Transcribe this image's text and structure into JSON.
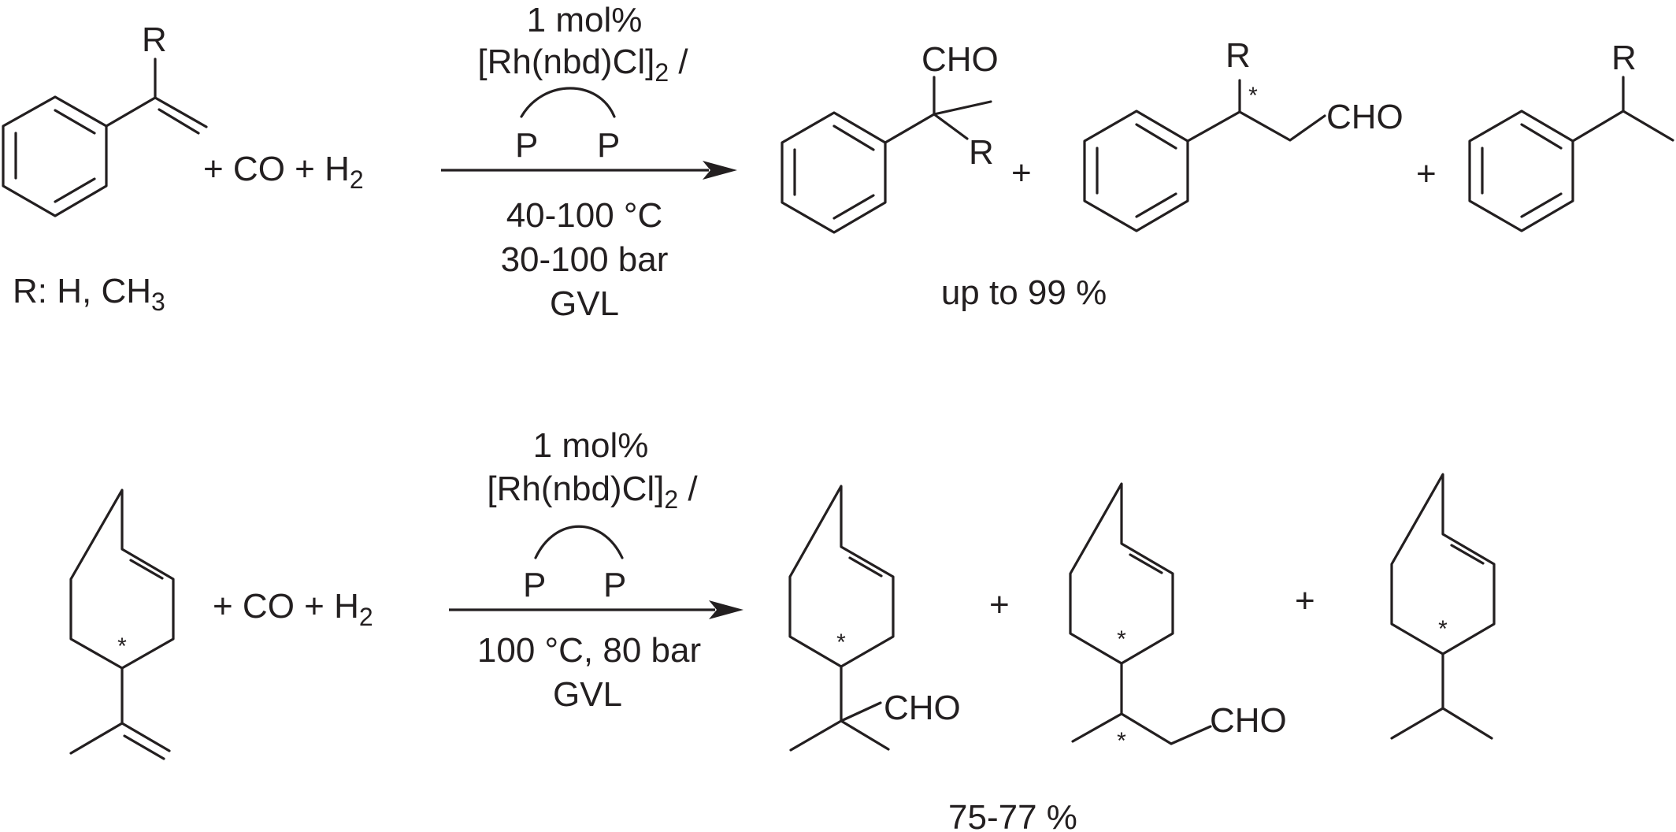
{
  "reaction1": {
    "substituent": "R",
    "substituent_def": "R: H, CH",
    "substituent_def_sub": "3",
    "reagents": "+ CO + H",
    "reagents_sub": "2",
    "cat_loading": "1 mol%",
    "cat_main": "[Rh(nbd)Cl]",
    "cat_sub": "2",
    "cat_tail": " /",
    "ligand_p1": "P",
    "ligand_p2": "P",
    "temperature": "40-100 °C",
    "pressure": "30-100 bar",
    "solvent": "GVL",
    "aldehyde": "CHO",
    "plus": "+",
    "stereo": "*",
    "yield": "up to 99 %"
  },
  "reaction2": {
    "reagents": "+ CO + H",
    "reagents_sub": "2",
    "cat_loading": "1 mol%",
    "cat_main": "[Rh(nbd)Cl]",
    "cat_sub": "2",
    "cat_tail": " /",
    "ligand_p1": "P",
    "ligand_p2": "P",
    "conditions": "100 °C, 80 bar",
    "solvent": "GVL",
    "aldehyde": "CHO",
    "plus": "+",
    "stereo": "*",
    "yield": "75-77 %"
  }
}
